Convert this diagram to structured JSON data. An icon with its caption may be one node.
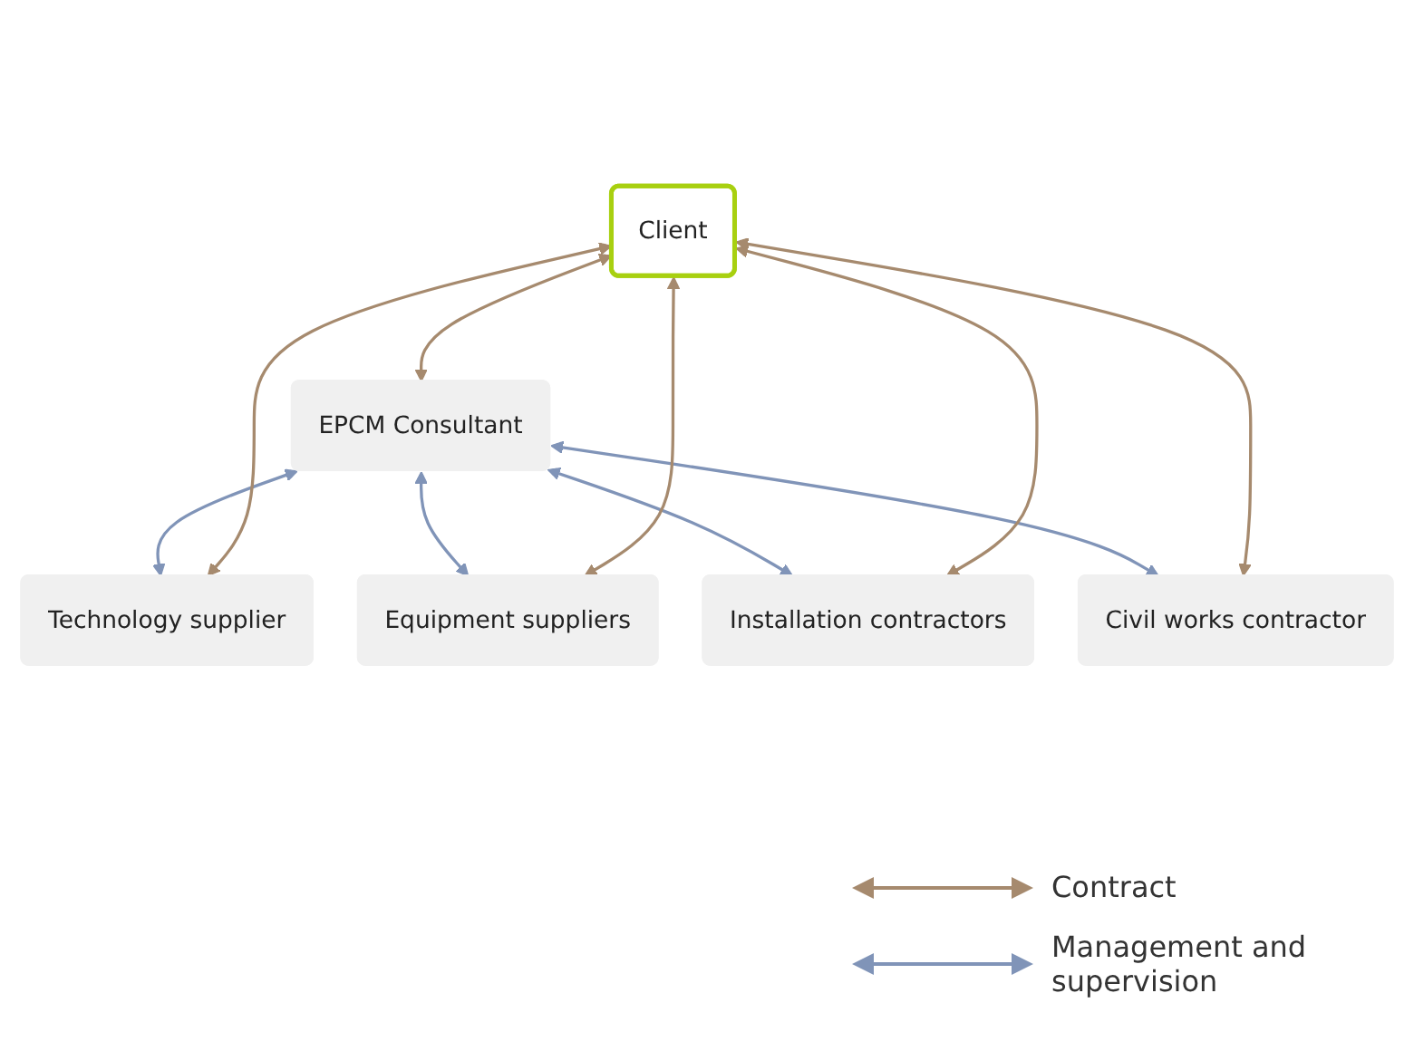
{
  "diagram": {
    "nodes": [
      {
        "text": [
          "Client"
        ]
      },
      {
        "text": [
          "EPCM Consultant"
        ]
      },
      {
        "text": [
          "Technology supplier"
        ]
      },
      {
        "text": [
          "Equipment suppliers"
        ]
      },
      {
        "text": [
          "Installation contractors"
        ]
      },
      {
        "text": [
          "Civil works contractor"
        ]
      }
    ],
    "edges": [
      {
        "from": 0,
        "to": 1,
        "arrow": "both"
      },
      {
        "from": 1,
        "to": 2,
        "arrow": "both",
        "color": "#8094b8"
      },
      {
        "from": 1,
        "to": 3,
        "arrow": "both",
        "color": "#8094b8"
      },
      {
        "from": 1,
        "to": 4,
        "arrow": "both",
        "color": "#8094b8"
      },
      {
        "from": 1,
        "to": 5,
        "arrow": "both",
        "color": "#8094b8"
      },
      {
        "from": 0,
        "to": 2,
        "arrow": "both"
      },
      {
        "from": 0,
        "to": 3,
        "arrow": "both"
      },
      {
        "from": 0,
        "to": 4,
        "arrow": "both"
      },
      {
        "from": 0,
        "to": 5,
        "arrow": "both"
      }
    ],
    "legend": [
      {
        "text": "Contract"
      },
      {
        "text": "Management and supervision"
      }
    ]
  }
}
